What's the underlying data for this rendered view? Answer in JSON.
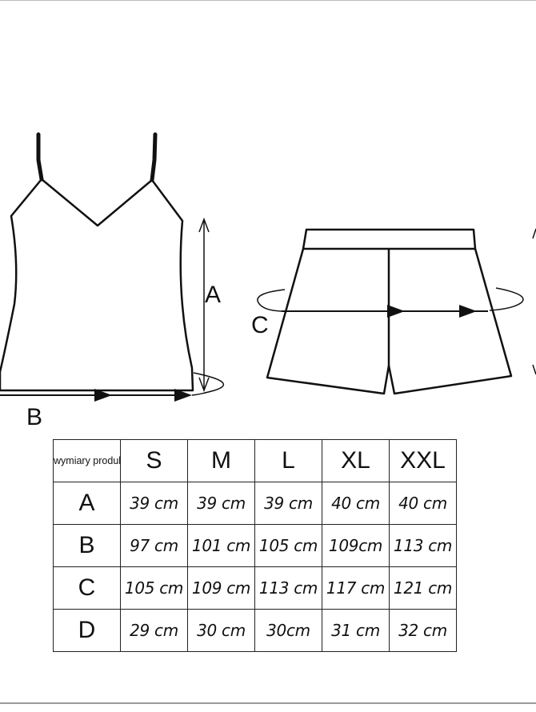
{
  "diagram": {
    "labels": {
      "top_length": "A",
      "top_hem": "B",
      "shorts_waist": "C"
    }
  },
  "table": {
    "corner_label": "wymiary produktu",
    "sizes": [
      "S",
      "M",
      "L",
      "XL",
      "XXL"
    ],
    "rows": [
      {
        "label": "A",
        "values": [
          "39 cm",
          "39 cm",
          "39 cm",
          "40 cm",
          "40 cm"
        ]
      },
      {
        "label": "B",
        "values": [
          "97 cm",
          "101 cm",
          "105 cm",
          "109cm",
          "113 cm"
        ]
      },
      {
        "label": "C",
        "values": [
          "105 cm",
          "109 cm",
          "113 cm",
          "117 cm",
          "121 cm"
        ]
      },
      {
        "label": "D",
        "values": [
          "29 cm",
          "30 cm",
          "30cm",
          "31 cm",
          "32 cm"
        ]
      }
    ]
  }
}
